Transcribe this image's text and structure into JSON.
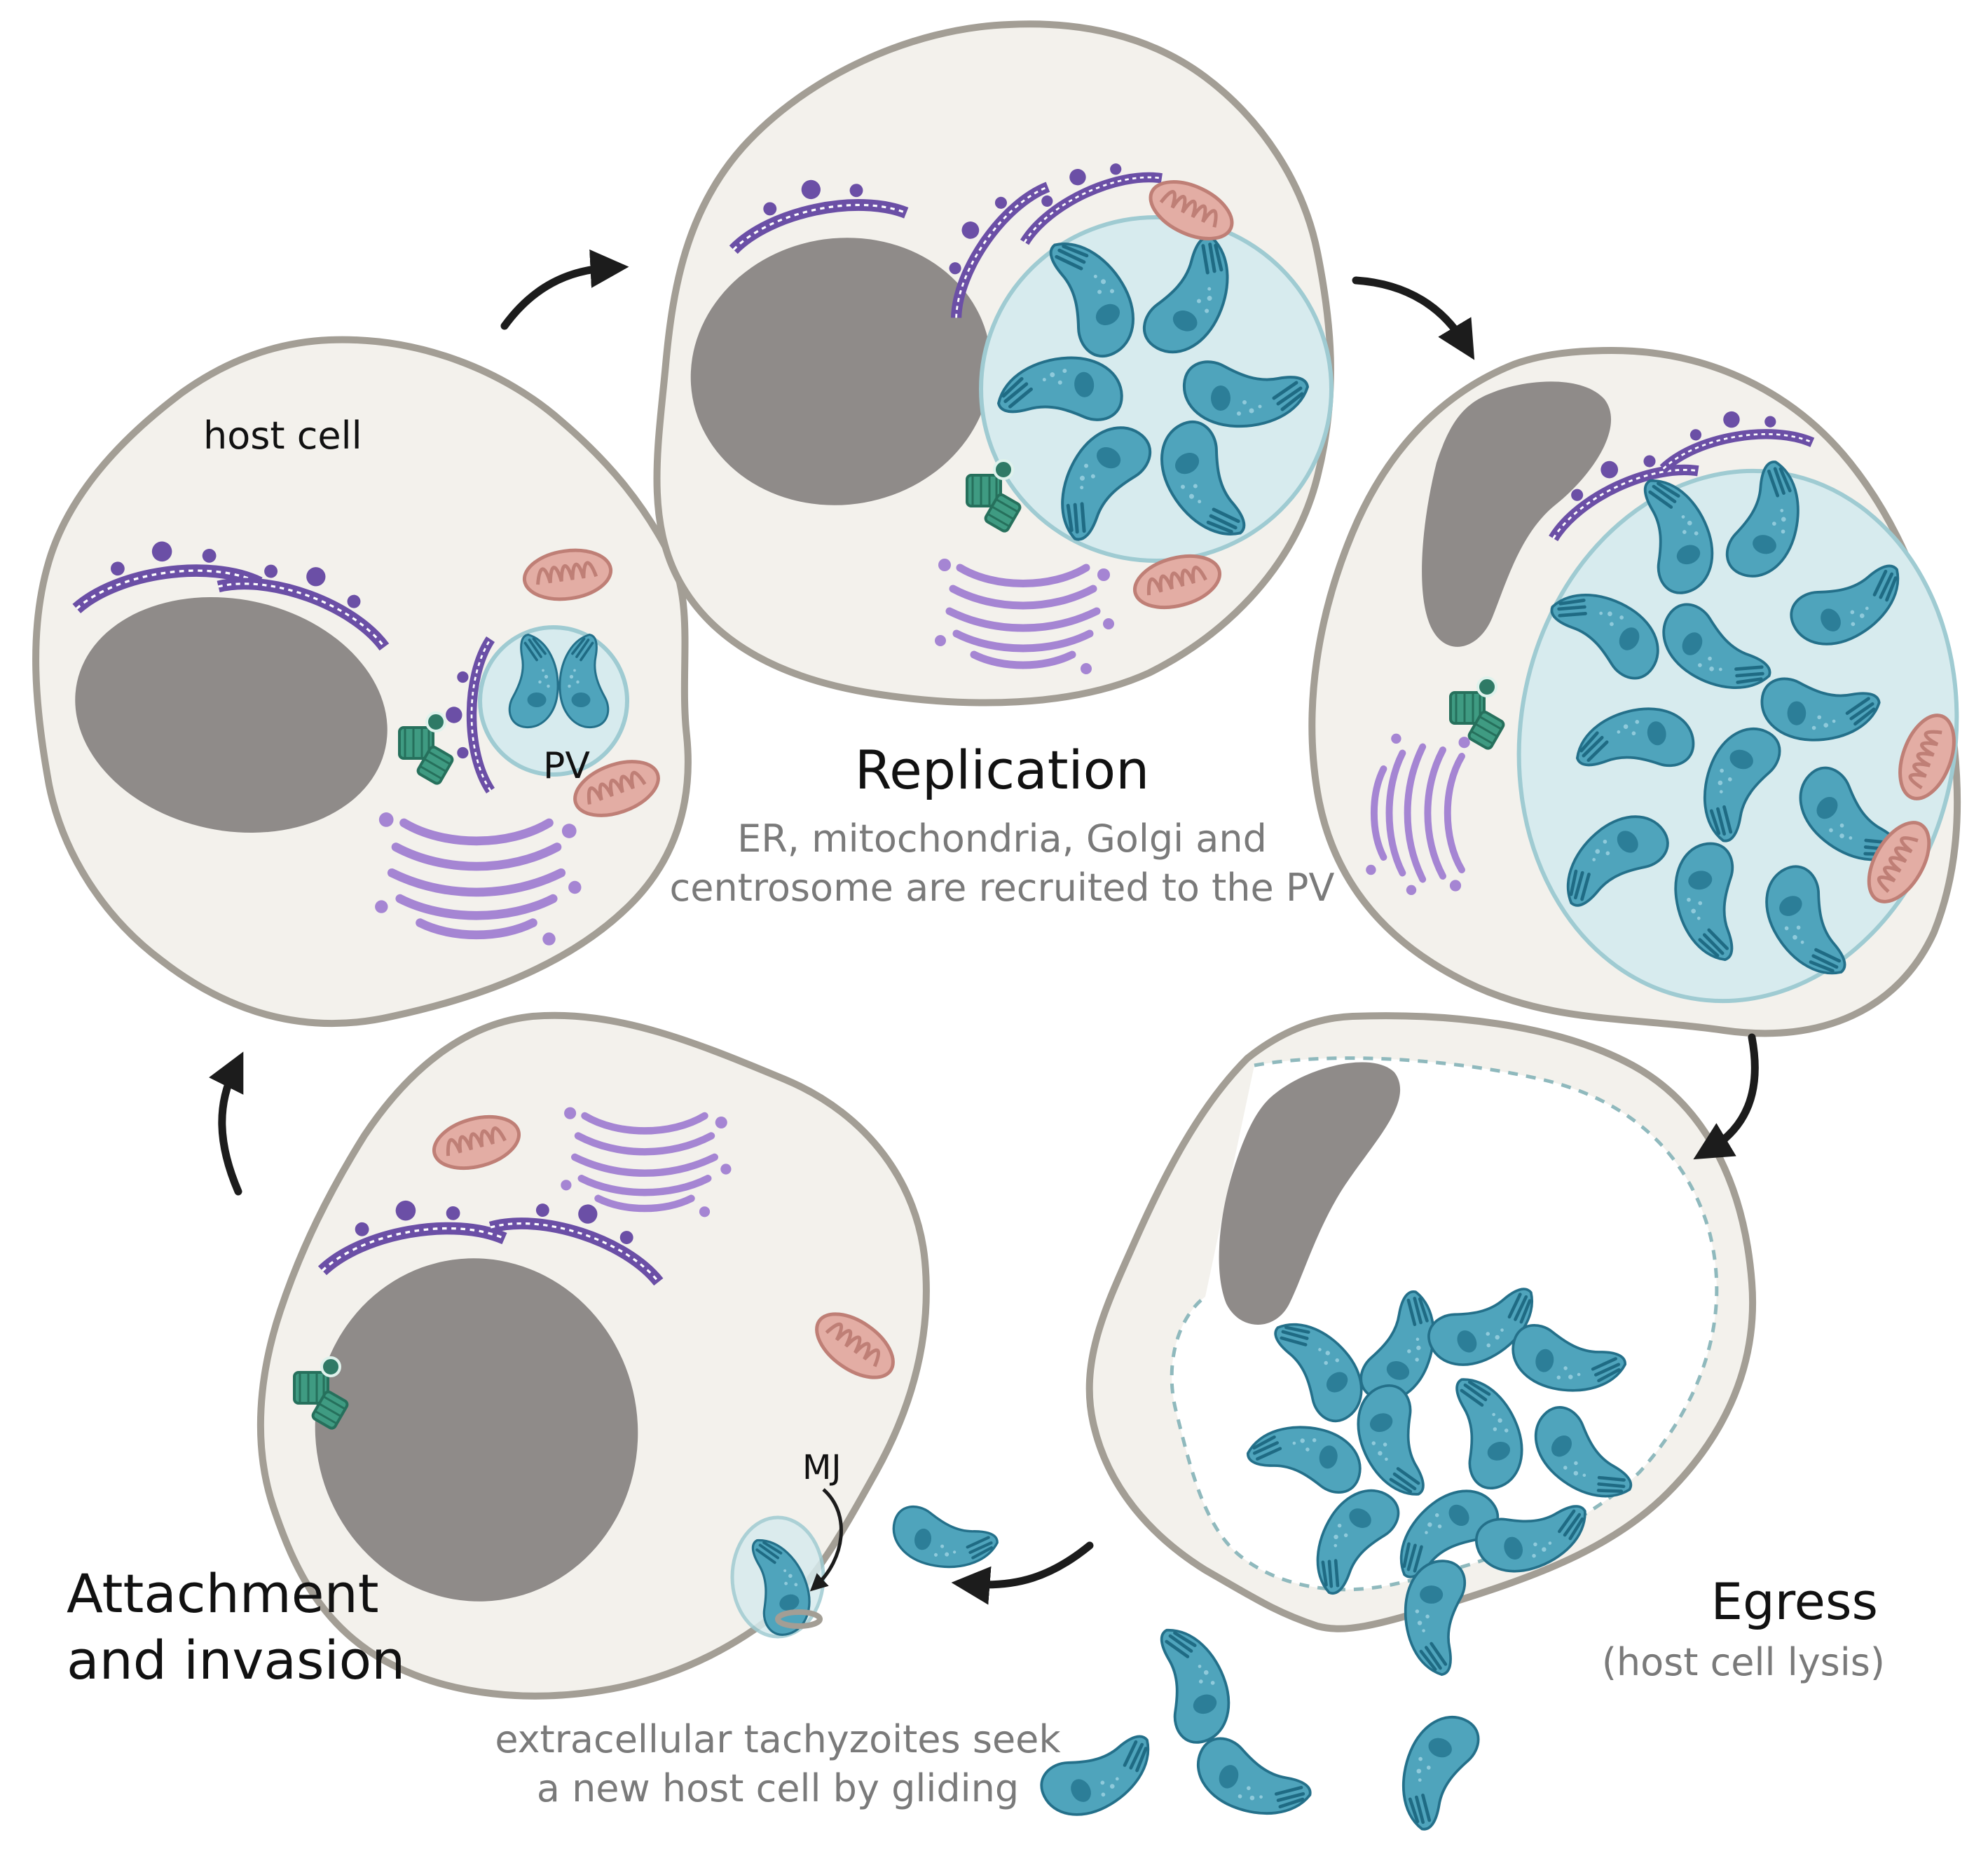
{
  "labels": {
    "host_cell": "host cell",
    "pv": "PV",
    "mj": "MJ",
    "replication_title": "Replication",
    "replication_desc_line1": "ER, mitochondria, Golgi and",
    "replication_desc_line2": "centrosome are recruited to the PV",
    "egress_title": "Egress",
    "egress_desc": "(host cell lysis)",
    "attachment_line1": "Attachment",
    "attachment_line2": "and invasion",
    "extracellular_line1": "extracellular tachyzoites seek",
    "extracellular_line2": "a new host cell by gliding"
  },
  "colors": {
    "cell_fill": "#f3f1ec",
    "cell_stroke": "#a39e95",
    "nucleus": "#8f8b89",
    "er": "#6b4fa6",
    "golgi": "#a585d3",
    "mito_fill": "#e3ada4",
    "mito_stroke": "#bf7f76",
    "centrosome": "#3f9b82",
    "pv_fill": "#d7ebee",
    "pv_stroke": "#9fcbd2",
    "parasite_fill": "#4fa4bc",
    "parasite_stroke": "#24708a",
    "arrow": "#1c1c1c"
  }
}
